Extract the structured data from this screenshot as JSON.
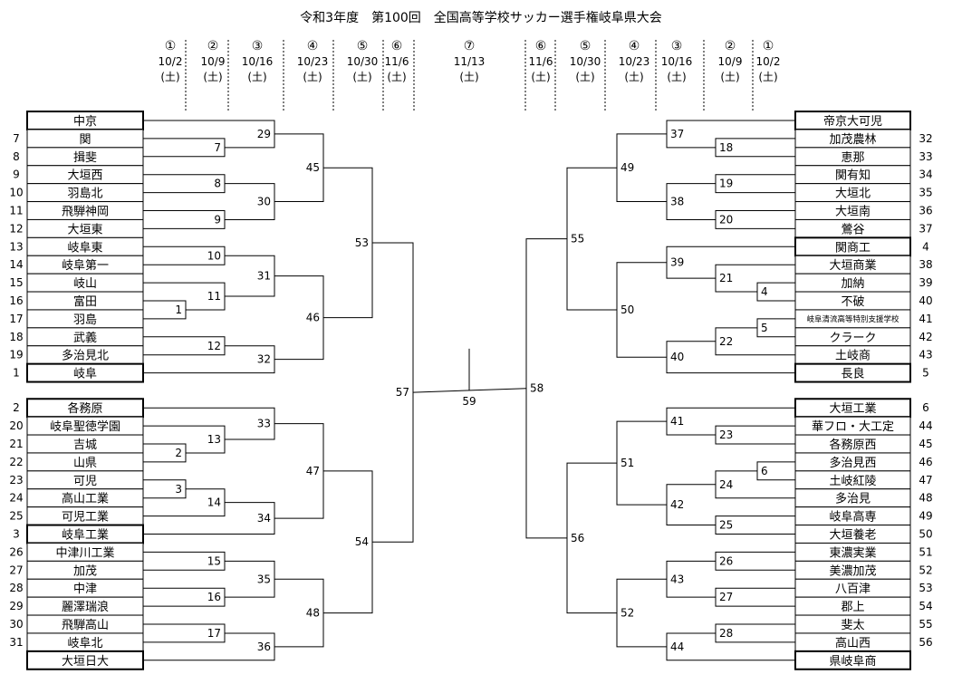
{
  "title": "令和3年度　第100回　全国高等学校サッカー選手権岐阜県大会",
  "columns": [
    {
      "round": "①",
      "date": "10/2",
      "day": "(土)"
    },
    {
      "round": "②",
      "date": "10/9",
      "day": "(土)"
    },
    {
      "round": "③",
      "date": "10/16",
      "day": "(土)"
    },
    {
      "round": "④",
      "date": "10/23",
      "day": "(土)"
    },
    {
      "round": "⑤",
      "date": "10/30",
      "day": "(土)"
    },
    {
      "round": "⑥",
      "date": "11/6",
      "day": "(土)"
    },
    {
      "round": "⑦",
      "date": "11/13",
      "day": "(土)"
    },
    {
      "round": "⑥",
      "date": "11/6",
      "day": "(土)"
    },
    {
      "round": "⑤",
      "date": "10/30",
      "day": "(土)"
    },
    {
      "round": "④",
      "date": "10/23",
      "day": "(土)"
    },
    {
      "round": "③",
      "date": "10/16",
      "day": "(土)"
    },
    {
      "round": "②",
      "date": "10/9",
      "day": "(土)"
    },
    {
      "round": "①",
      "date": "10/2",
      "day": "(土)"
    }
  ],
  "left_teams": [
    {
      "seed": "",
      "name": "中京",
      "seeded": true
    },
    {
      "seed": "7",
      "name": "関",
      "seeded": false
    },
    {
      "seed": "8",
      "name": "揖斐",
      "seeded": false
    },
    {
      "seed": "9",
      "name": "大垣西",
      "seeded": false
    },
    {
      "seed": "10",
      "name": "羽島北",
      "seeded": false
    },
    {
      "seed": "11",
      "name": "飛騨神岡",
      "seeded": false
    },
    {
      "seed": "12",
      "name": "大垣東",
      "seeded": false
    },
    {
      "seed": "13",
      "name": "岐阜東",
      "seeded": false
    },
    {
      "seed": "14",
      "name": "岐阜第一",
      "seeded": false
    },
    {
      "seed": "15",
      "name": "岐山",
      "seeded": false
    },
    {
      "seed": "16",
      "name": "富田",
      "seeded": false
    },
    {
      "seed": "17",
      "name": "羽島",
      "seeded": false
    },
    {
      "seed": "18",
      "name": "武義",
      "seeded": false
    },
    {
      "seed": "19",
      "name": "多治見北",
      "seeded": false
    },
    {
      "seed": "1",
      "name": "岐阜",
      "seeded": true
    },
    {
      "seed": "2",
      "name": "各務原",
      "seeded": true
    },
    {
      "seed": "20",
      "name": "岐阜聖徳学園",
      "seeded": false
    },
    {
      "seed": "21",
      "name": "吉城",
      "seeded": false
    },
    {
      "seed": "22",
      "name": "山県",
      "seeded": false
    },
    {
      "seed": "23",
      "name": "可児",
      "seeded": false
    },
    {
      "seed": "24",
      "name": "高山工業",
      "seeded": false
    },
    {
      "seed": "25",
      "name": "可児工業",
      "seeded": false
    },
    {
      "seed": "3",
      "name": "岐阜工業",
      "seeded": true
    },
    {
      "seed": "26",
      "name": "中津川工業",
      "seeded": false
    },
    {
      "seed": "27",
      "name": "加茂",
      "seeded": false
    },
    {
      "seed": "28",
      "name": "中津",
      "seeded": false
    },
    {
      "seed": "29",
      "name": "麗澤瑞浪",
      "seeded": false
    },
    {
      "seed": "30",
      "name": "飛騨高山",
      "seeded": false
    },
    {
      "seed": "31",
      "name": "岐阜北",
      "seeded": false
    },
    {
      "seed": "",
      "name": "大垣日大",
      "seeded": true
    }
  ],
  "right_teams": [
    {
      "seed": "",
      "name": "帝京大可児",
      "seeded": true
    },
    {
      "seed": "32",
      "name": "加茂農林",
      "seeded": false
    },
    {
      "seed": "33",
      "name": "恵那",
      "seeded": false
    },
    {
      "seed": "34",
      "name": "関有知",
      "seeded": false
    },
    {
      "seed": "35",
      "name": "大垣北",
      "seeded": false
    },
    {
      "seed": "36",
      "name": "大垣南",
      "seeded": false
    },
    {
      "seed": "37",
      "name": "鶯谷",
      "seeded": false
    },
    {
      "seed": "4",
      "name": "関商工",
      "seeded": true
    },
    {
      "seed": "38",
      "name": "大垣商業",
      "seeded": false
    },
    {
      "seed": "39",
      "name": "加納",
      "seeded": false
    },
    {
      "seed": "40",
      "name": "不破",
      "seeded": false
    },
    {
      "seed": "41",
      "name": "岐阜清流高等特別支援学校",
      "seeded": false
    },
    {
      "seed": "42",
      "name": "クラーク",
      "seeded": false
    },
    {
      "seed": "43",
      "name": "土岐商",
      "seeded": false
    },
    {
      "seed": "5",
      "name": "長良",
      "seeded": true
    },
    {
      "seed": "6",
      "name": "大垣工業",
      "seeded": true
    },
    {
      "seed": "44",
      "name": "華フロ・大工定",
      "seeded": false
    },
    {
      "seed": "45",
      "name": "各務原西",
      "seeded": false
    },
    {
      "seed": "46",
      "name": "多治見西",
      "seeded": false
    },
    {
      "seed": "47",
      "name": "土岐紅陵",
      "seeded": false
    },
    {
      "seed": "48",
      "name": "多治見",
      "seeded": false
    },
    {
      "seed": "49",
      "name": "岐阜高専",
      "seeded": false
    },
    {
      "seed": "50",
      "name": "大垣養老",
      "seeded": false
    },
    {
      "seed": "51",
      "name": "東濃実業",
      "seeded": false
    },
    {
      "seed": "52",
      "name": "美濃加茂",
      "seeded": false
    },
    {
      "seed": "53",
      "name": "八百津",
      "seeded": false
    },
    {
      "seed": "54",
      "name": "郡上",
      "seeded": false
    },
    {
      "seed": "55",
      "name": "斐太",
      "seeded": false
    },
    {
      "seed": "56",
      "name": "高山西",
      "seeded": false
    },
    {
      "seed": "",
      "name": "県岐阜商",
      "seeded": true
    }
  ],
  "match_numbers": {
    "r1_left": [
      "1",
      "2",
      "3"
    ],
    "r1_right": [
      "4",
      "5",
      "6"
    ],
    "r2_left": [
      "7",
      "8",
      "9",
      "10",
      "11",
      "12",
      "13",
      "14",
      "15",
      "16",
      "17"
    ],
    "r2_right": [
      "18",
      "19",
      "20",
      "21",
      "22",
      "23",
      "24",
      "25",
      "26",
      "27",
      "28"
    ],
    "r3_left": [
      "29",
      "30",
      "31",
      "32",
      "33",
      "34",
      "35",
      "36"
    ],
    "r3_right": [
      "37",
      "38",
      "39",
      "40",
      "41",
      "42",
      "43",
      "44"
    ],
    "r4_left": [
      "45",
      "46",
      "47",
      "48"
    ],
    "r4_right": [
      "49",
      "50",
      "51",
      "52"
    ],
    "r5_left": [
      "53",
      "54"
    ],
    "r5_right": [
      "55",
      "56"
    ],
    "semi_left": "57",
    "semi_right": "58",
    "final": "59"
  }
}
